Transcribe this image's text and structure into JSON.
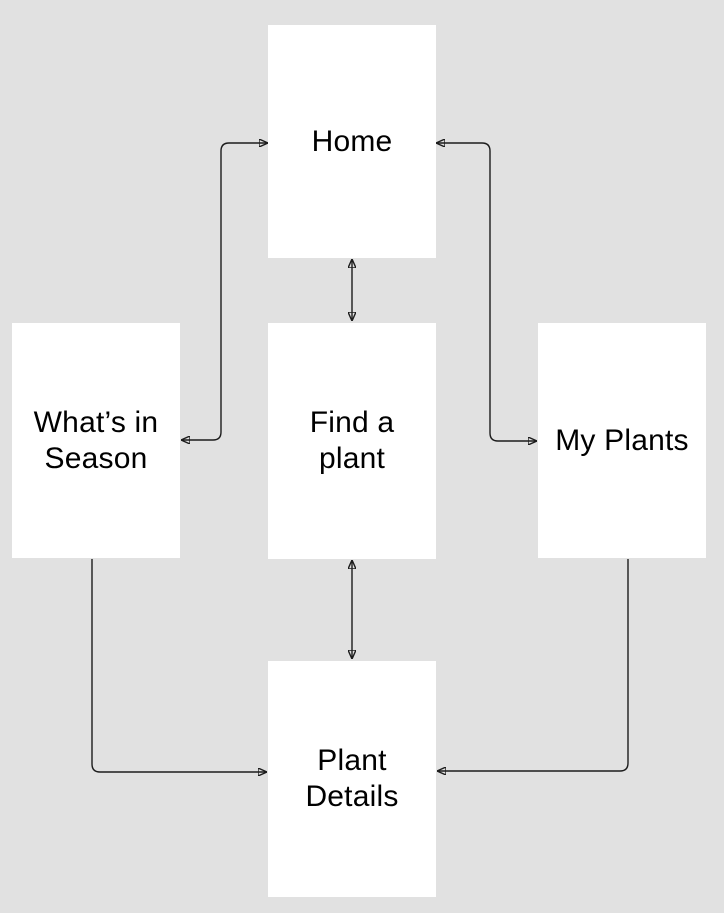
{
  "diagram": {
    "type": "flow-diagram",
    "colors": {
      "canvas_background": "#e1e1e1",
      "node_fill": "#ffffff",
      "node_text": "#000000",
      "connector": "#1c1c1c"
    },
    "nodes": [
      {
        "id": "home",
        "label": "Home"
      },
      {
        "id": "whats-in-season",
        "label": "What’s in\nSeason"
      },
      {
        "id": "find-a-plant",
        "label": "Find a\nplant"
      },
      {
        "id": "my-plants",
        "label": "My Plants"
      },
      {
        "id": "plant-details",
        "label": "Plant\nDetails"
      }
    ],
    "edges": [
      {
        "from": "home",
        "to": "whats-in-season",
        "direction": "bidirectional"
      },
      {
        "from": "home",
        "to": "my-plants",
        "direction": "bidirectional"
      },
      {
        "from": "home",
        "to": "find-a-plant",
        "direction": "bidirectional"
      },
      {
        "from": "find-a-plant",
        "to": "plant-details",
        "direction": "bidirectional"
      },
      {
        "from": "whats-in-season",
        "to": "plant-details",
        "direction": "one-way"
      },
      {
        "from": "my-plants",
        "to": "plant-details",
        "direction": "one-way"
      }
    ]
  }
}
